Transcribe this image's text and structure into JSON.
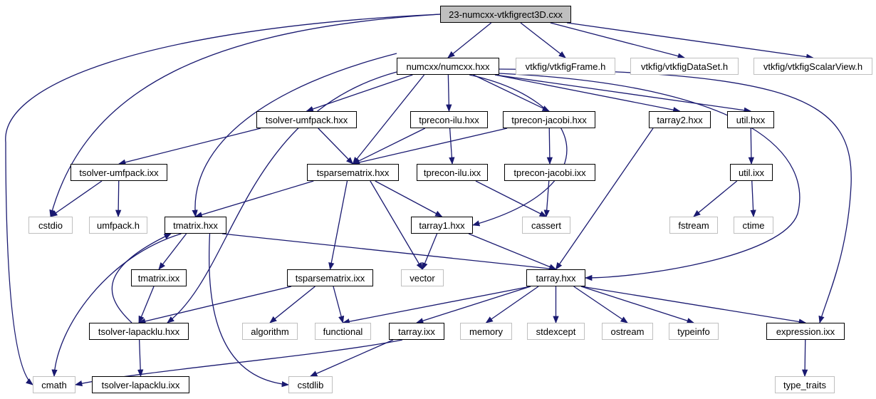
{
  "graph": {
    "edge_color": "#191970",
    "node_border_local": "#000000",
    "node_border_external": "#bfbfbf",
    "root_fill": "#bfbfbf",
    "nodes": [
      {
        "id": "root",
        "label": "23-numcxx-vtkfigrect3D.cxx",
        "kind": "root"
      },
      {
        "id": "numcxx_hxx",
        "label": "numcxx/numcxx.hxx",
        "kind": "local"
      },
      {
        "id": "vtkfigFrame",
        "label": "vtkfig/vtkfigFrame.h",
        "kind": "external"
      },
      {
        "id": "vtkfigDataSet",
        "label": "vtkfig/vtkfigDataSet.h",
        "kind": "external"
      },
      {
        "id": "vtkfigScalarView",
        "label": "vtkfig/vtkfigScalarView.h",
        "kind": "external"
      },
      {
        "id": "tsolver_umfpack_hxx",
        "label": "tsolver-umfpack.hxx",
        "kind": "local"
      },
      {
        "id": "tprecon_ilu_hxx",
        "label": "tprecon-ilu.hxx",
        "kind": "local"
      },
      {
        "id": "tprecon_jacobi_hxx",
        "label": "tprecon-jacobi.hxx",
        "kind": "local"
      },
      {
        "id": "tarray2_hxx",
        "label": "tarray2.hxx",
        "kind": "local"
      },
      {
        "id": "util_hxx",
        "label": "util.hxx",
        "kind": "local"
      },
      {
        "id": "tsolver_umfpack_ixx",
        "label": "tsolver-umfpack.ixx",
        "kind": "local"
      },
      {
        "id": "tsparsematrix_hxx",
        "label": "tsparsematrix.hxx",
        "kind": "local"
      },
      {
        "id": "tprecon_ilu_ixx",
        "label": "tprecon-ilu.ixx",
        "kind": "local"
      },
      {
        "id": "tprecon_jacobi_ixx",
        "label": "tprecon-jacobi.ixx",
        "kind": "local"
      },
      {
        "id": "util_ixx",
        "label": "util.ixx",
        "kind": "local"
      },
      {
        "id": "cstdio",
        "label": "cstdio",
        "kind": "external"
      },
      {
        "id": "umfpack_h",
        "label": "umfpack.h",
        "kind": "external"
      },
      {
        "id": "tmatrix_hxx",
        "label": "tmatrix.hxx",
        "kind": "local"
      },
      {
        "id": "tarray1_hxx",
        "label": "tarray1.hxx",
        "kind": "local"
      },
      {
        "id": "cassert",
        "label": "cassert",
        "kind": "external"
      },
      {
        "id": "fstream",
        "label": "fstream",
        "kind": "external"
      },
      {
        "id": "ctime",
        "label": "ctime",
        "kind": "external"
      },
      {
        "id": "tmatrix_ixx",
        "label": "tmatrix.ixx",
        "kind": "local"
      },
      {
        "id": "tsparsematrix_ixx",
        "label": "tsparsematrix.ixx",
        "kind": "local"
      },
      {
        "id": "vector",
        "label": "vector",
        "kind": "external"
      },
      {
        "id": "tarray_hxx",
        "label": "tarray.hxx",
        "kind": "local"
      },
      {
        "id": "tsolver_lapacklu_hxx",
        "label": "tsolver-lapacklu.hxx",
        "kind": "local"
      },
      {
        "id": "algorithm",
        "label": "algorithm",
        "kind": "external"
      },
      {
        "id": "functional",
        "label": "functional",
        "kind": "external"
      },
      {
        "id": "tarray_ixx",
        "label": "tarray.ixx",
        "kind": "local"
      },
      {
        "id": "memory",
        "label": "memory",
        "kind": "external"
      },
      {
        "id": "stdexcept",
        "label": "stdexcept",
        "kind": "external"
      },
      {
        "id": "ostream",
        "label": "ostream",
        "kind": "external"
      },
      {
        "id": "typeinfo",
        "label": "typeinfo",
        "kind": "external"
      },
      {
        "id": "expression_ixx",
        "label": "expression.ixx",
        "kind": "local"
      },
      {
        "id": "cmath",
        "label": "cmath",
        "kind": "external"
      },
      {
        "id": "tsolver_lapacklu_ixx",
        "label": "tsolver-lapacklu.ixx",
        "kind": "local"
      },
      {
        "id": "cstdlib",
        "label": "cstdlib",
        "kind": "external"
      },
      {
        "id": "type_traits",
        "label": "type_traits",
        "kind": "external"
      }
    ],
    "edges": [
      [
        "root",
        "numcxx_hxx"
      ],
      [
        "root",
        "vtkfigFrame"
      ],
      [
        "root",
        "vtkfigDataSet"
      ],
      [
        "root",
        "vtkfigScalarView"
      ],
      [
        "root",
        "cstdio"
      ],
      [
        "root",
        "cmath"
      ],
      [
        "numcxx_hxx",
        "tsolver_umfpack_hxx"
      ],
      [
        "numcxx_hxx",
        "tprecon_ilu_hxx"
      ],
      [
        "numcxx_hxx",
        "tprecon_jacobi_hxx"
      ],
      [
        "numcxx_hxx",
        "tarray2_hxx"
      ],
      [
        "numcxx_hxx",
        "util_hxx"
      ],
      [
        "numcxx_hxx",
        "tsparsematrix_hxx"
      ],
      [
        "numcxx_hxx",
        "tmatrix_hxx"
      ],
      [
        "numcxx_hxx",
        "tsolver_lapacklu_hxx"
      ],
      [
        "numcxx_hxx",
        "tarray1_hxx"
      ],
      [
        "numcxx_hxx",
        "tarray_hxx"
      ],
      [
        "numcxx_hxx",
        "expression_ixx"
      ],
      [
        "tsolver_umfpack_hxx",
        "tsolver_umfpack_ixx"
      ],
      [
        "tsolver_umfpack_hxx",
        "tsparsematrix_hxx"
      ],
      [
        "tprecon_ilu_hxx",
        "tsparsematrix_hxx"
      ],
      [
        "tprecon_ilu_hxx",
        "tprecon_ilu_ixx"
      ],
      [
        "tprecon_jacobi_hxx",
        "tsparsematrix_hxx"
      ],
      [
        "tprecon_jacobi_hxx",
        "tprecon_jacobi_ixx"
      ],
      [
        "tarray2_hxx",
        "tarray_hxx"
      ],
      [
        "util_hxx",
        "util_ixx"
      ],
      [
        "util_ixx",
        "fstream"
      ],
      [
        "util_ixx",
        "ctime"
      ],
      [
        "tsolver_umfpack_ixx",
        "cstdio"
      ],
      [
        "tsolver_umfpack_ixx",
        "umfpack_h"
      ],
      [
        "tsparsematrix_hxx",
        "tmatrix_hxx"
      ],
      [
        "tsparsematrix_hxx",
        "tarray1_hxx"
      ],
      [
        "tsparsematrix_hxx",
        "vector"
      ],
      [
        "tsparsematrix_hxx",
        "tsparsematrix_ixx"
      ],
      [
        "tprecon_ilu_ixx",
        "cassert"
      ],
      [
        "tprecon_jacobi_ixx",
        "cassert"
      ],
      [
        "tmatrix_hxx",
        "tarray_hxx"
      ],
      [
        "tmatrix_hxx",
        "tmatrix_ixx"
      ],
      [
        "tmatrix_hxx",
        "cmath"
      ],
      [
        "tmatrix_hxx",
        "cstdlib"
      ],
      [
        "tarray1_hxx",
        "vector"
      ],
      [
        "tarray1_hxx",
        "tarray_hxx"
      ],
      [
        "tmatrix_ixx",
        "tsolver_lapacklu_hxx"
      ],
      [
        "tsparsematrix_ixx",
        "algorithm"
      ],
      [
        "tsparsematrix_ixx",
        "functional"
      ],
      [
        "tsparsematrix_ixx",
        "tsolver_lapacklu_hxx"
      ],
      [
        "tsolver_lapacklu_hxx",
        "tmatrix_hxx"
      ],
      [
        "tsolver_lapacklu_hxx",
        "tsolver_lapacklu_ixx"
      ],
      [
        "tarray_hxx",
        "functional"
      ],
      [
        "tarray_hxx",
        "tarray_ixx"
      ],
      [
        "tarray_hxx",
        "memory"
      ],
      [
        "tarray_hxx",
        "stdexcept"
      ],
      [
        "tarray_hxx",
        "ostream"
      ],
      [
        "tarray_hxx",
        "typeinfo"
      ],
      [
        "tarray_hxx",
        "expression_ixx"
      ],
      [
        "tarray_ixx",
        "cmath"
      ],
      [
        "tarray_ixx",
        "cstdlib"
      ],
      [
        "expression_ixx",
        "type_traits"
      ]
    ]
  }
}
